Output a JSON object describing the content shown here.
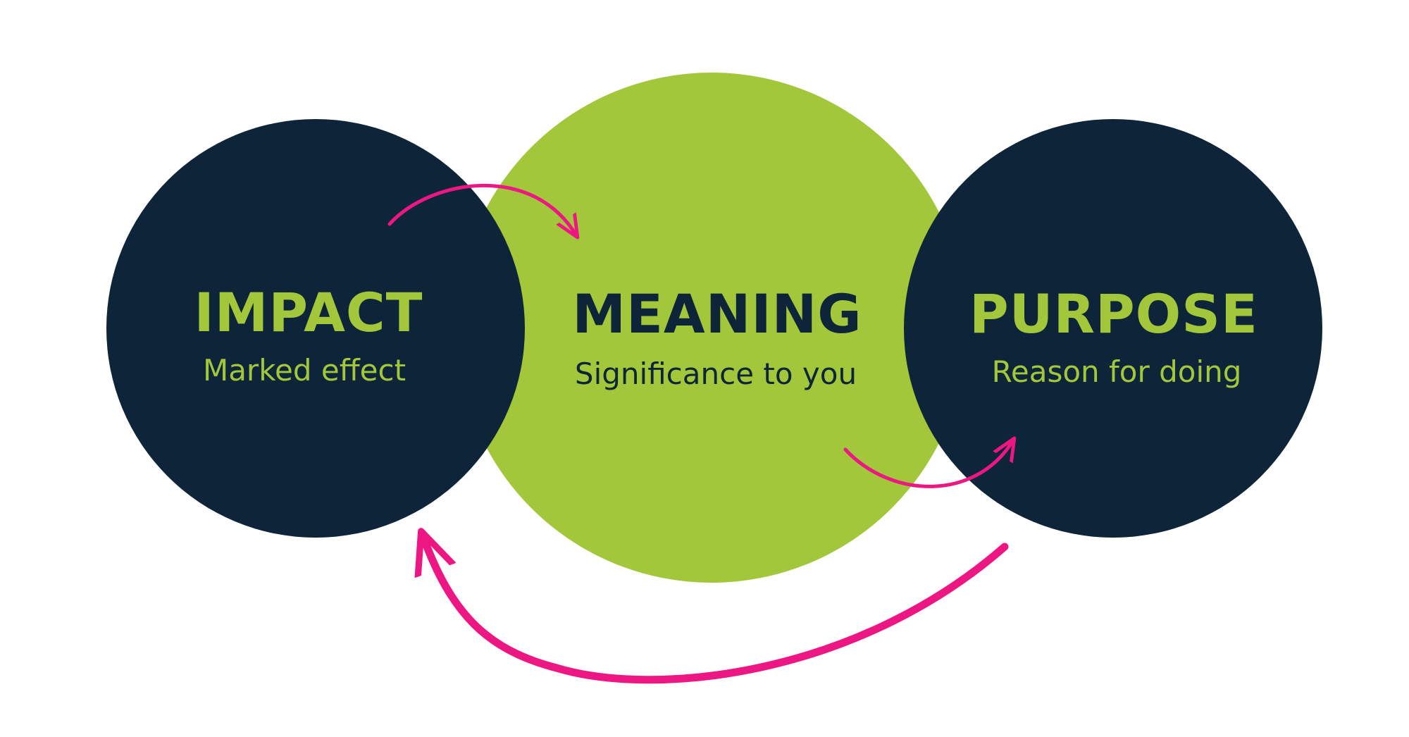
{
  "colors": {
    "navy": "#0d2439",
    "green": "#a2c73b",
    "magenta": "#ec1783",
    "background": "#ffffff"
  },
  "nodes": [
    {
      "id": "impact",
      "title": "IMPACT",
      "subtitle": "Marked effect"
    },
    {
      "id": "meaning",
      "title": "MEANING",
      "subtitle": "Significance to you"
    },
    {
      "id": "purpose",
      "title": "PURPOSE",
      "subtitle": "Reason for doing"
    }
  ],
  "arrows": [
    {
      "from": "impact",
      "to": "meaning"
    },
    {
      "from": "meaning",
      "to": "purpose"
    },
    {
      "from": "purpose",
      "to": "impact"
    }
  ]
}
